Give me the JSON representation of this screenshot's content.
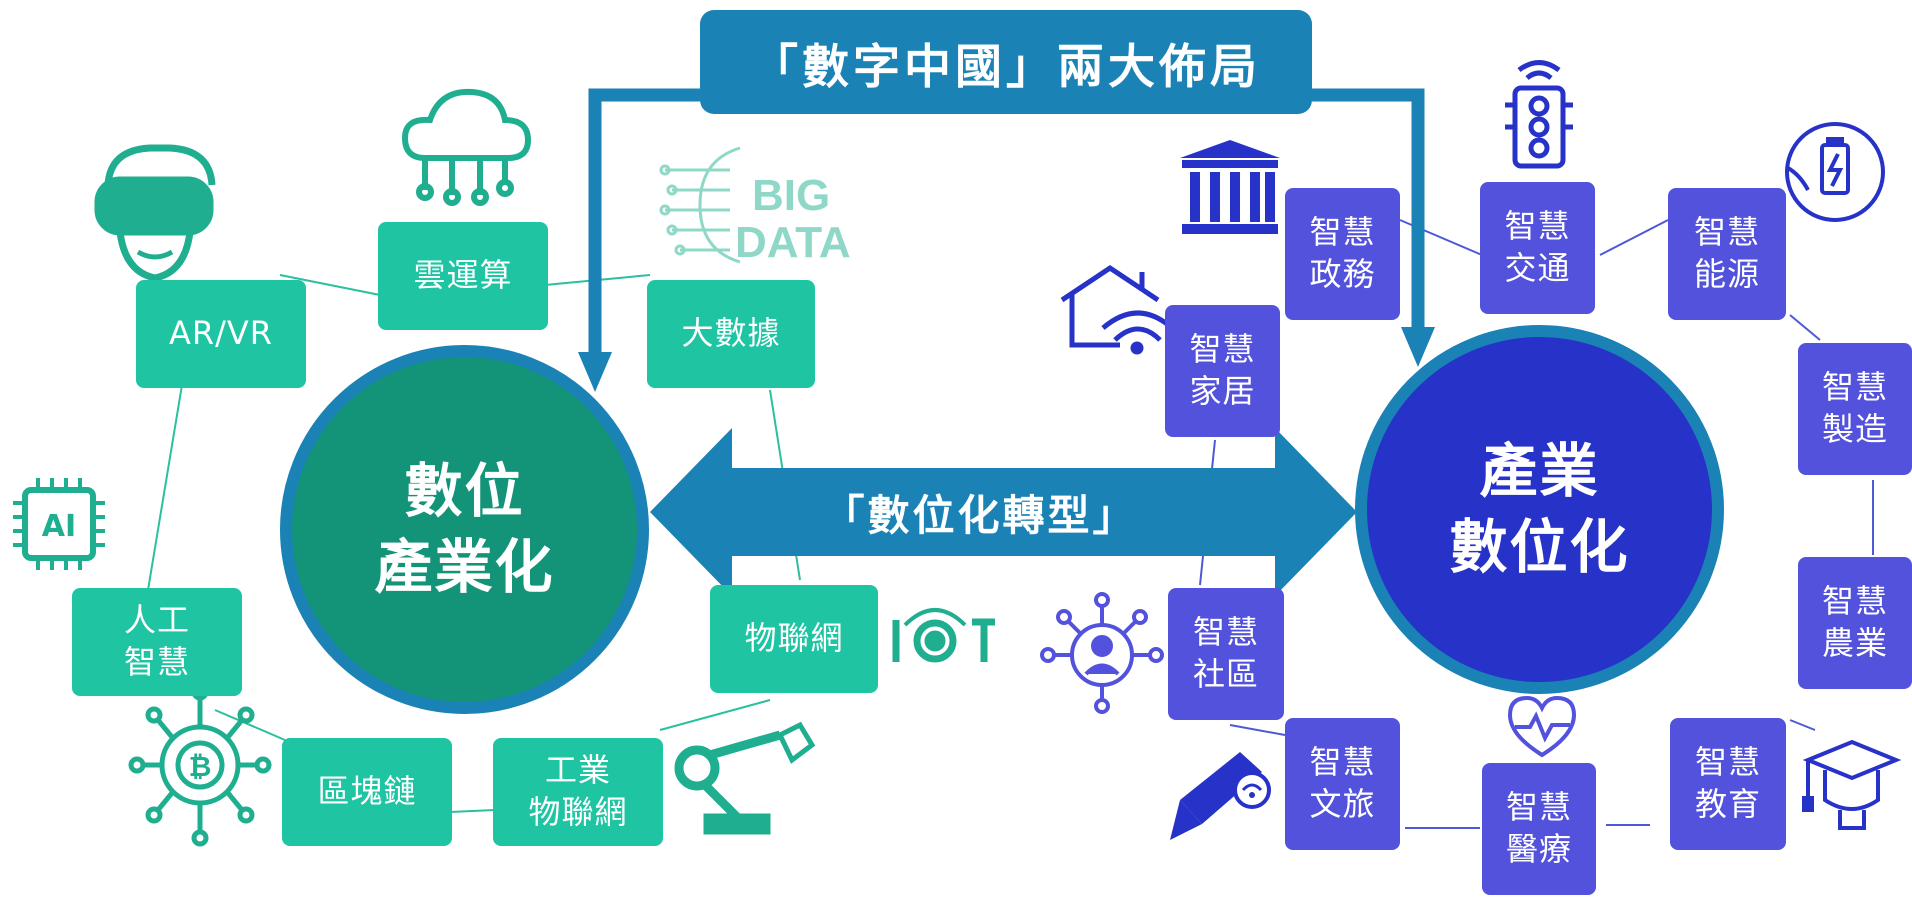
{
  "title": "「數字中國」兩大佈局",
  "center_arrow": "「數位化轉型」",
  "left_hub": {
    "line1": "數位",
    "line2": "產業化"
  },
  "right_hub": {
    "line1": "產業",
    "line2": "數位化"
  },
  "left_items": {
    "cloud": "雲運算",
    "arvr": "AR/VR",
    "bigdata": "大數據",
    "iot": "物聯網",
    "ai": [
      "人工",
      "智慧"
    ],
    "blockchain": "區塊鏈",
    "iiot": [
      "工業",
      "物聯網"
    ]
  },
  "right_items": {
    "gov": [
      "智慧",
      "政務"
    ],
    "traffic": [
      "智慧",
      "交通"
    ],
    "energy": [
      "智慧",
      "能源"
    ],
    "home": [
      "智慧",
      "家居"
    ],
    "manufacturing": [
      "智慧",
      "製造"
    ],
    "community": [
      "智慧",
      "社區"
    ],
    "agriculture": [
      "智慧",
      "農業"
    ],
    "tourism": [
      "智慧",
      "文旅"
    ],
    "medical": [
      "智慧",
      "醫療"
    ],
    "education": [
      "智慧",
      "教育"
    ]
  },
  "logo_text": {
    "big": "BIG",
    "data": "DATA",
    "ai_chip": "AI",
    "iot_logo": "IOT"
  },
  "colors": {
    "green_box": "#1fc4a2",
    "green_hub": "#139478",
    "hub_ring": "#1a82b5",
    "blue_box": "#5352dd",
    "blue_hub": "#2632c8",
    "arrow": "#1a82b5"
  }
}
